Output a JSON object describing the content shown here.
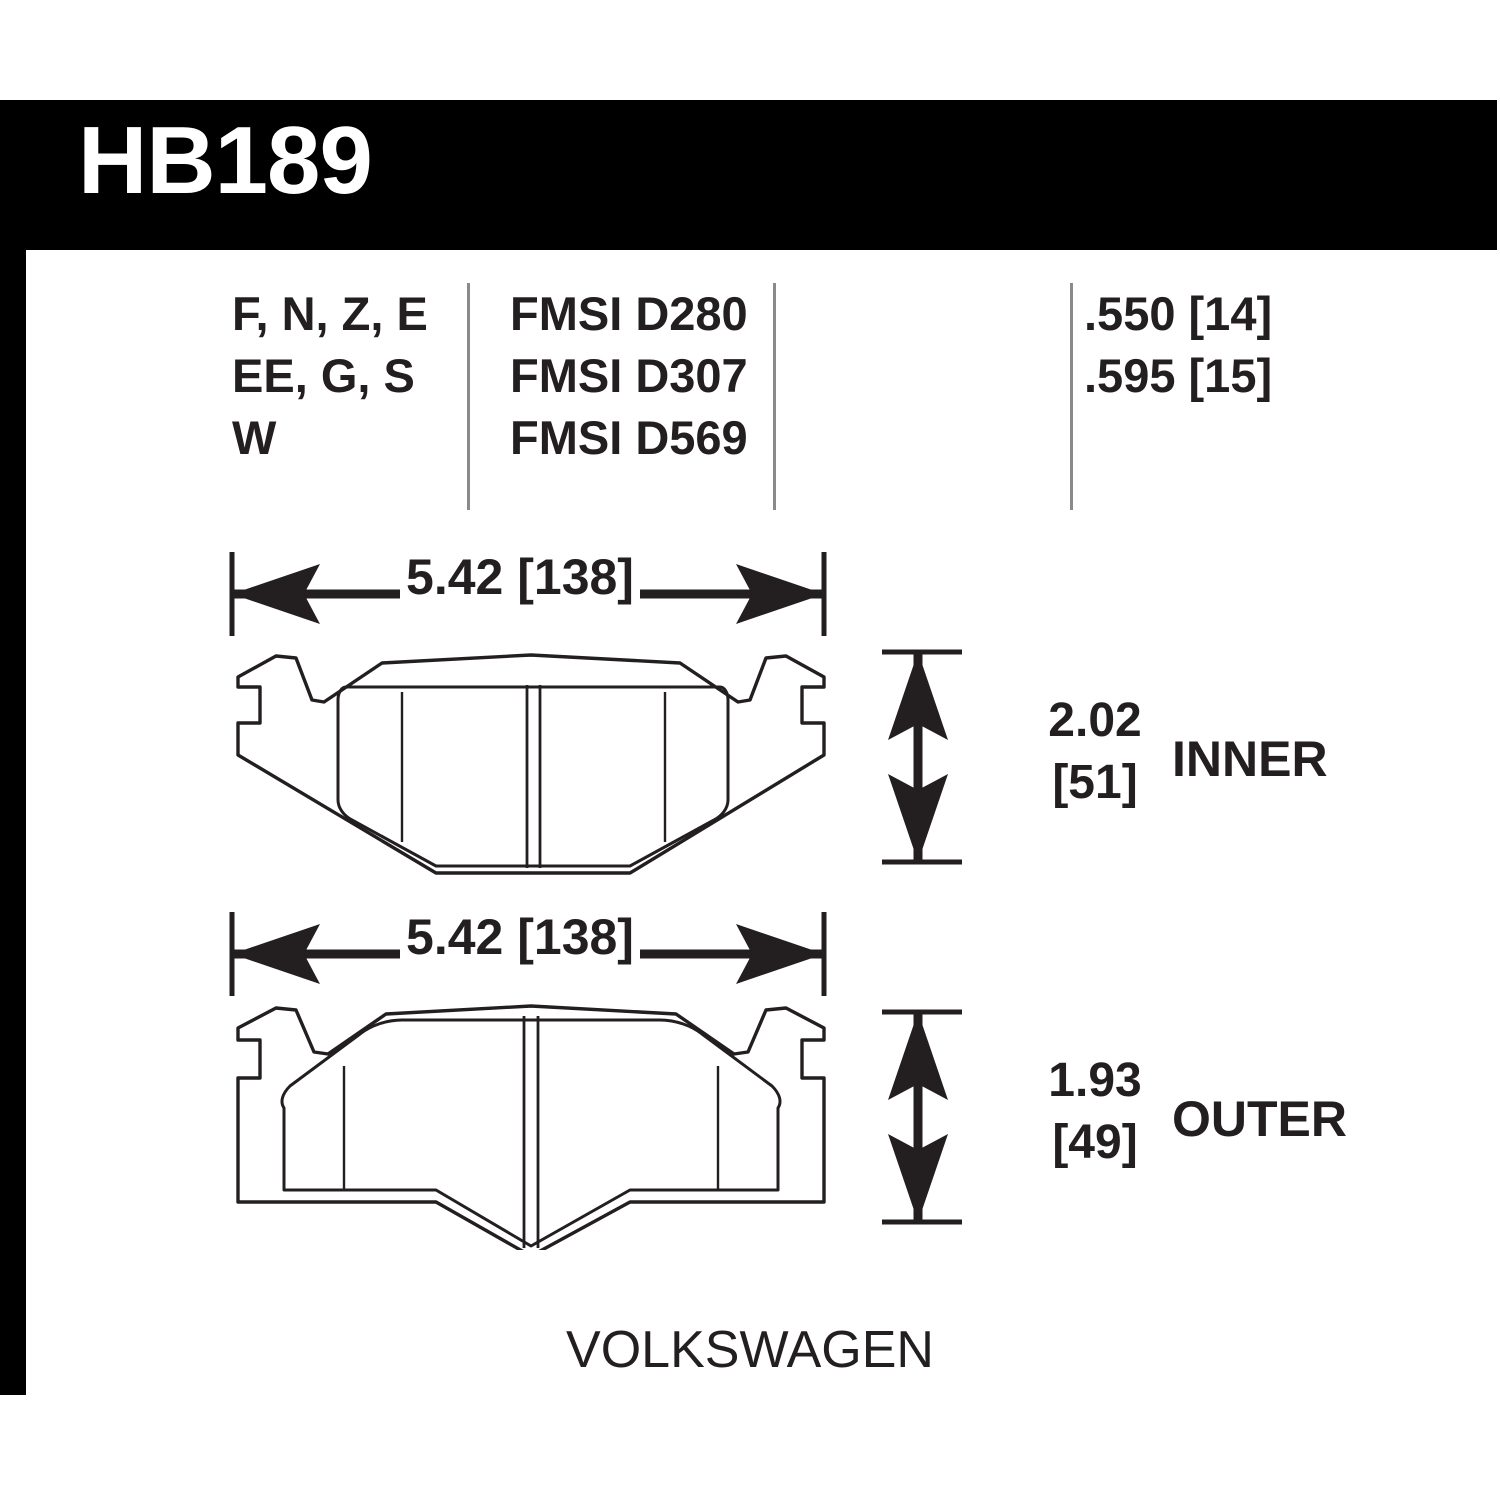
{
  "part": {
    "number": "HB189"
  },
  "spec": {
    "compounds": [
      "F, N, Z, E",
      "EE, G, S",
      "W"
    ],
    "fmsi": [
      "FMSI D280",
      "FMSI D307",
      "FMSI D569"
    ],
    "thickness": [
      ".550 [14]",
      ".595 [15]"
    ]
  },
  "figures": {
    "inner": {
      "width_label": "5.42 [138]",
      "height_in": "2.02",
      "height_mm": "[51]",
      "position_label": "INNER"
    },
    "outer": {
      "width_label": "5.42 [138]",
      "height_in": "1.93",
      "height_mm": "[49]",
      "position_label": "OUTER"
    }
  },
  "footer": {
    "make": "VOLKSWAGEN"
  },
  "colors": {
    "ink": "#231f20",
    "band": "#000000",
    "divider": "#8a8a8a",
    "paper": "#ffffff"
  }
}
